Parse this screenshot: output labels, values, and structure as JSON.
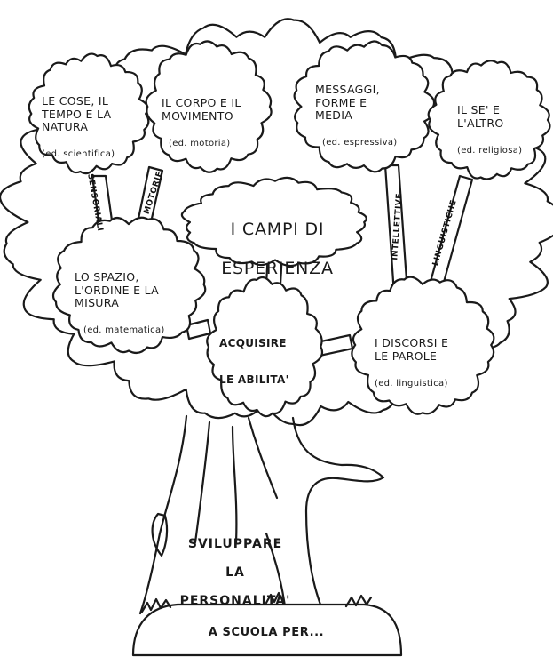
{
  "center": {
    "line1": "I CAMPI DI",
    "line2": "ESPERIENZA"
  },
  "fields": {
    "cose": {
      "title": "LE COSE, IL\nTEMPO E LA\nNATURA",
      "sub": "(ed. scientifica)"
    },
    "corpo": {
      "title": "IL CORPO E IL\nMOVIMENTO",
      "sub": "(ed. motoria)"
    },
    "messaggi": {
      "title": "MESSAGGI,\nFORME E\nMEDIA",
      "sub": "(ed. espressiva)"
    },
    "se": {
      "title": "IL SE' E\nL'ALTRO",
      "sub": "(ed. religiosa)"
    },
    "spazio": {
      "title": "LO SPAZIO,\nL'ORDINE E LA\nMISURA",
      "sub": "(ed. matematica)"
    },
    "discorsi": {
      "title": "I DISCORSI E\nLE PAROLE",
      "sub": "(ed. linguistica)"
    }
  },
  "core": {
    "line1": "ACQUISIRE",
    "line2": "LE ABILITA'"
  },
  "branches": {
    "sensoriali": "SENSORIALI",
    "motorie": "MOTORIE",
    "intellettive": "INTELLETTIVE",
    "linguistiche": "LINGUISTICHE"
  },
  "trunk": {
    "line1": "SVILUPPARE",
    "line2": "LA",
    "line3": "PERSONALITA'"
  },
  "ground": {
    "label": "A SCUOLA PER..."
  }
}
